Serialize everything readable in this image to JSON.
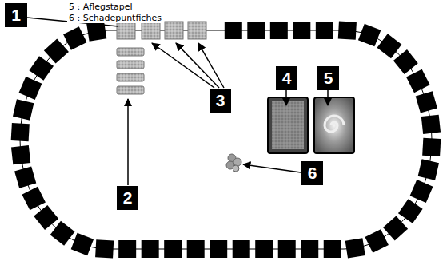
{
  "diagram": {
    "labels": [
      "5 : Aflegstapel",
      "6 : Schadepuntfiches",
      "1",
      "2",
      "3",
      "4",
      "5",
      "6"
    ]
  }
}
